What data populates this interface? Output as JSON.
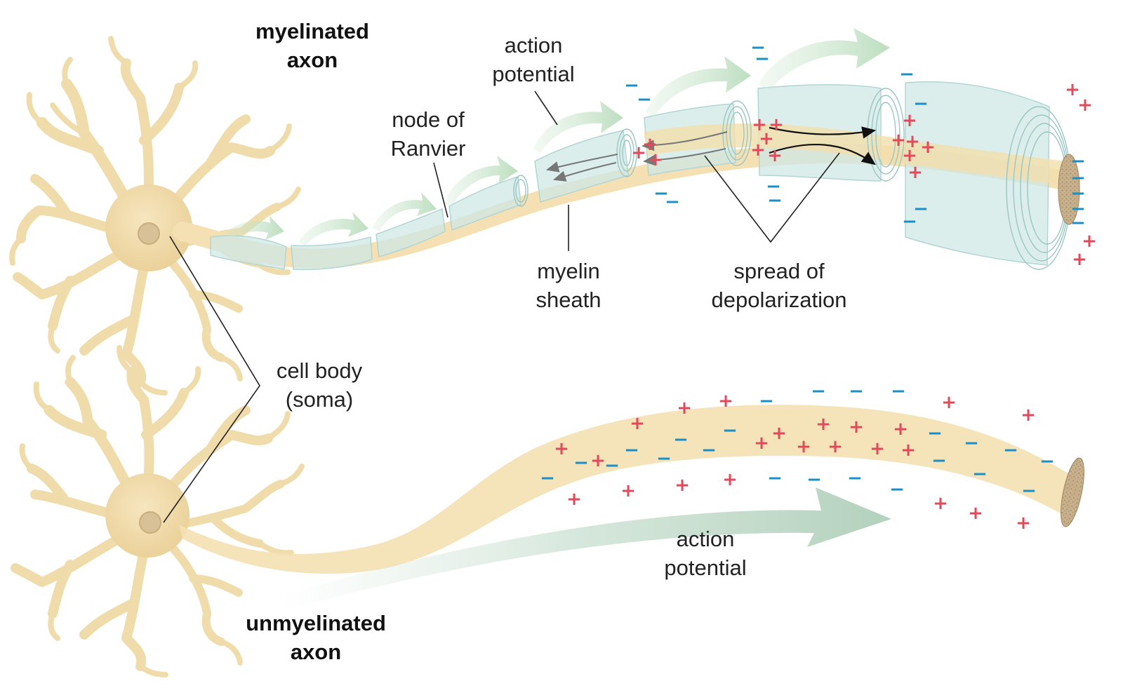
{
  "labels": {
    "myelinated_axon": [
      "myelinated",
      "axon"
    ],
    "unmyelinated_axon": [
      "unmyelinated",
      "axon"
    ],
    "action_potential_top": [
      "action",
      "potential"
    ],
    "node_of_ranvier": [
      "node of",
      "Ranvier"
    ],
    "myelin_sheath": [
      "myelin",
      "sheath"
    ],
    "spread_of_depolarization": [
      "spread of",
      "depolarization"
    ],
    "cell_body": [
      "cell body",
      "(soma)"
    ],
    "action_potential_bottom": [
      "action",
      "potential"
    ]
  },
  "charges": {
    "plus": "+",
    "minus": "−"
  },
  "colors": {
    "neuron": "#f3dfae",
    "neuron_edge": "#e9cf92",
    "axon": "#f6e3b4",
    "myelin": "#c9e6e4",
    "arrow_green": "#b9dcbc",
    "plus": "#e04a5a",
    "minus": "#1d8fc4",
    "leader": "#222222",
    "cut_face": "#b6a17e"
  }
}
